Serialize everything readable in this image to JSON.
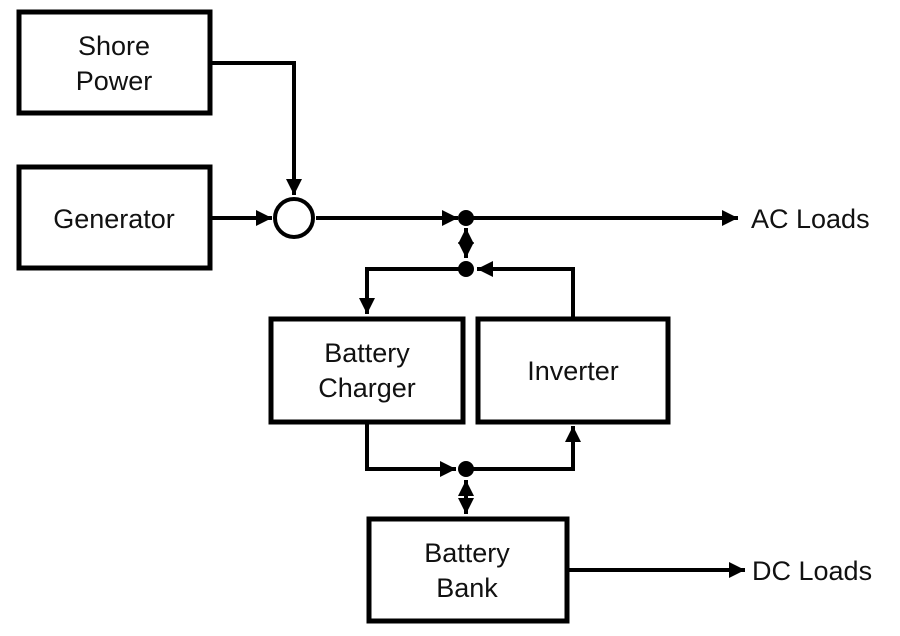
{
  "diagram": {
    "title": "",
    "blocks": {
      "shore_power": {
        "lines": [
          "Shore",
          "Power"
        ]
      },
      "generator": {
        "lines": [
          "Generator"
        ]
      },
      "battery_charger": {
        "lines": [
          "Battery",
          "Charger"
        ]
      },
      "inverter": {
        "lines": [
          "Inverter"
        ]
      },
      "battery_bank": {
        "lines": [
          "Battery",
          "Bank"
        ]
      }
    },
    "outputs": {
      "ac_loads": "AC Loads",
      "dc_loads": "DC Loads"
    },
    "nodes": [
      "source-combiner",
      "ac-bus-node",
      "ac-branch-node",
      "dc-bus-node"
    ],
    "connections": [
      {
        "from": "Shore Power",
        "to": "source-combiner"
      },
      {
        "from": "Generator",
        "to": "source-combiner"
      },
      {
        "from": "source-combiner",
        "to": "ac-bus-node"
      },
      {
        "from": "ac-bus-node",
        "to": "AC Loads"
      },
      {
        "from": "ac-bus-node",
        "to": "ac-branch-node",
        "bidirectional": true
      },
      {
        "from": "ac-branch-node",
        "to": "Battery Charger"
      },
      {
        "from": "Inverter",
        "to": "ac-branch-node"
      },
      {
        "from": "Battery Charger",
        "to": "dc-bus-node"
      },
      {
        "from": "dc-bus-node",
        "to": "Inverter"
      },
      {
        "from": "dc-bus-node",
        "to": "Battery Bank",
        "bidirectional": true
      },
      {
        "from": "Battery Bank",
        "to": "DC Loads"
      }
    ]
  }
}
